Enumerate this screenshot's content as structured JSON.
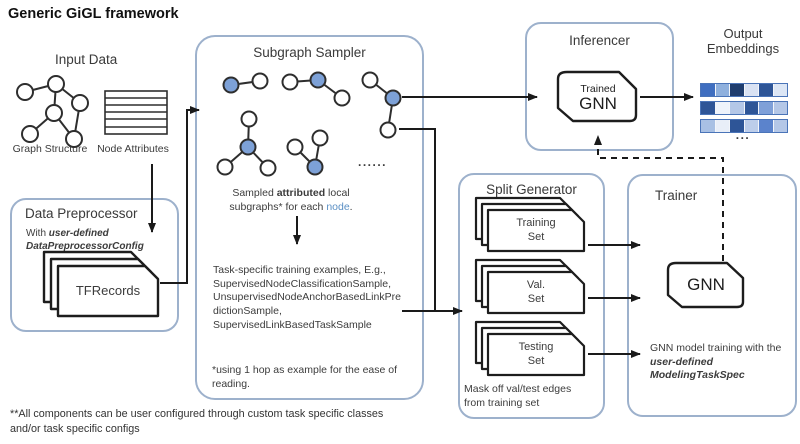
{
  "page": {
    "title": "Generic GiGL framework",
    "footnote": "**All components can be user configured through custom task specific classes\nand/or task specific configs"
  },
  "input_data": {
    "title": "Input Data",
    "graph_label": "Graph Structure",
    "attributes_label": "Node Attributes"
  },
  "data_preprocessor": {
    "title": "Data Preprocessor",
    "subtitle_plain": "With ",
    "subtitle_bold_line1": "user-defined",
    "subtitle_bold_line2": "DataPreprocessorConfig",
    "stack_label": "TFRecords"
  },
  "subgraph_sampler": {
    "title": "Subgraph Sampler",
    "caption": {
      "pre": "Sampled ",
      "bold": "attributed",
      "mid": " local subgraphs* for each ",
      "highlight": "node",
      "post": "."
    },
    "ellipsis": "......",
    "examples": "Task-specific training examples, E.g.,\nSupervisedNodeClassificationSample,\nUnsupervisedNodeAnchorBasedLinkPre\ndictionSample,\nSupervisedLinkBasedTaskSample",
    "footnote": "*using 1 hop as example for the ease of\nreading."
  },
  "inferencer": {
    "title": "Inferencer",
    "chip_line1": "Trained",
    "chip_line2": "GNN"
  },
  "output_embeddings": {
    "title": "Output\nEmbeddings",
    "ellipsis": "...",
    "rows": [
      [
        "#3f6ec0",
        "#8fb0dd",
        "#1f3d6e",
        "#d9e2f3",
        "#2e5597",
        "#dce6f5"
      ],
      [
        "#2e5597",
        "#eef3fb",
        "#b4c7e7",
        "#2e5597",
        "#7fa0d8",
        "#b4c7e7"
      ],
      [
        "#a8c0e4",
        "#e8eef8",
        "#2e5597",
        "#bccdea",
        "#5b83cc",
        "#b4c7e7"
      ]
    ]
  },
  "split_generator": {
    "title": "Split Generator",
    "stacks": [
      "Training\nSet",
      "Val.\nSet",
      "Testing\nSet"
    ],
    "note": "Mask off val/test edges\nfrom training set"
  },
  "trainer": {
    "title": "Trainer",
    "chip_label": "GNN",
    "note_plain": "GNN model training with the ",
    "note_bold1": "user-defined",
    "note_bold2": "ModelingTaskSpec"
  },
  "colors": {
    "sampled_node_fill": "#7da1d7",
    "plain_node_fill": "#ffffff",
    "node_stroke": "#2e2e2e",
    "box_border": "#9db1cc",
    "connector": "#1a1a1a",
    "link_text": "#5a8fc4"
  }
}
